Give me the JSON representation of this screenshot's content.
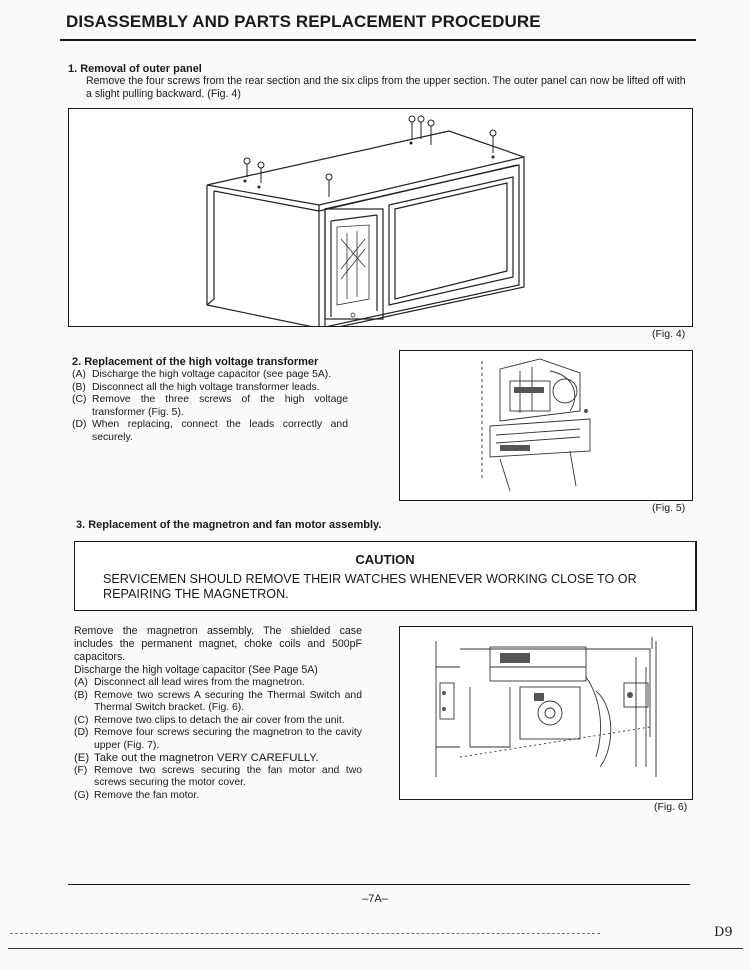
{
  "header": {
    "title": "DISASSEMBLY AND PARTS REPLACEMENT PROCEDURE"
  },
  "section1": {
    "heading": "1.  Removal of outer panel",
    "body": "Remove the four screws from the rear section and the six clips from the upper section. The outer panel can now be lifted off with a slight pulling backward. (Fig. 4)",
    "fig_caption": "(Fig. 4)"
  },
  "section2": {
    "heading": "2.  Replacement of the high voltage transformer",
    "steps": [
      {
        "label": "(A)",
        "text": "Discharge the high voltage capacitor (see page 5A)."
      },
      {
        "label": "(B)",
        "text": "Disconnect all the high voltage transformer leads."
      },
      {
        "label": "(C)",
        "text": "Remove the three screws of the high voltage transformer (Fig. 5)."
      },
      {
        "label": "(D)",
        "text": "When replacing, connect the leads correctly and securely."
      }
    ],
    "fig_caption": "(Fig. 5)"
  },
  "section3": {
    "heading": "3.  Replacement of the magnetron and fan motor assembly.",
    "caution_title": "CAUTION",
    "caution_text": "SERVICEMEN SHOULD REMOVE THEIR WATCHES WHENEVER WORKING CLOSE TO OR REPAIRING THE MAGNETRON.",
    "intro1": "Remove the magnetron assembly. The shielded case includes the permanent magnet, choke coils and 500pF capacitors.",
    "intro2": "Discharge the high voltage capacitor (See Page 5A)",
    "steps": [
      {
        "label": "(A)",
        "text": "Disconnect all lead wires from the magnetron."
      },
      {
        "label": "(B)",
        "text": "Remove two screws A securing the Thermal Switch and Thermal Switch bracket. (Fig. 6)."
      },
      {
        "label": "(C)",
        "text": "Remove two clips to detach the air cover from the unit."
      },
      {
        "label": "(D)",
        "text": "Remove four screws securing the magnetron to the cavity upper (Fig. 7)."
      },
      {
        "label": "(E)",
        "text": "Take out the magnetron VERY CAREFULLY."
      },
      {
        "label": "(F)",
        "text": "Remove two screws securing the fan motor and two screws securing the motor cover."
      },
      {
        "label": "(G)",
        "text": "Remove the fan motor."
      }
    ],
    "fig_caption": "(Fig. 6)"
  },
  "footer": {
    "page_number": "–7A–",
    "corner_mark": "D9"
  }
}
